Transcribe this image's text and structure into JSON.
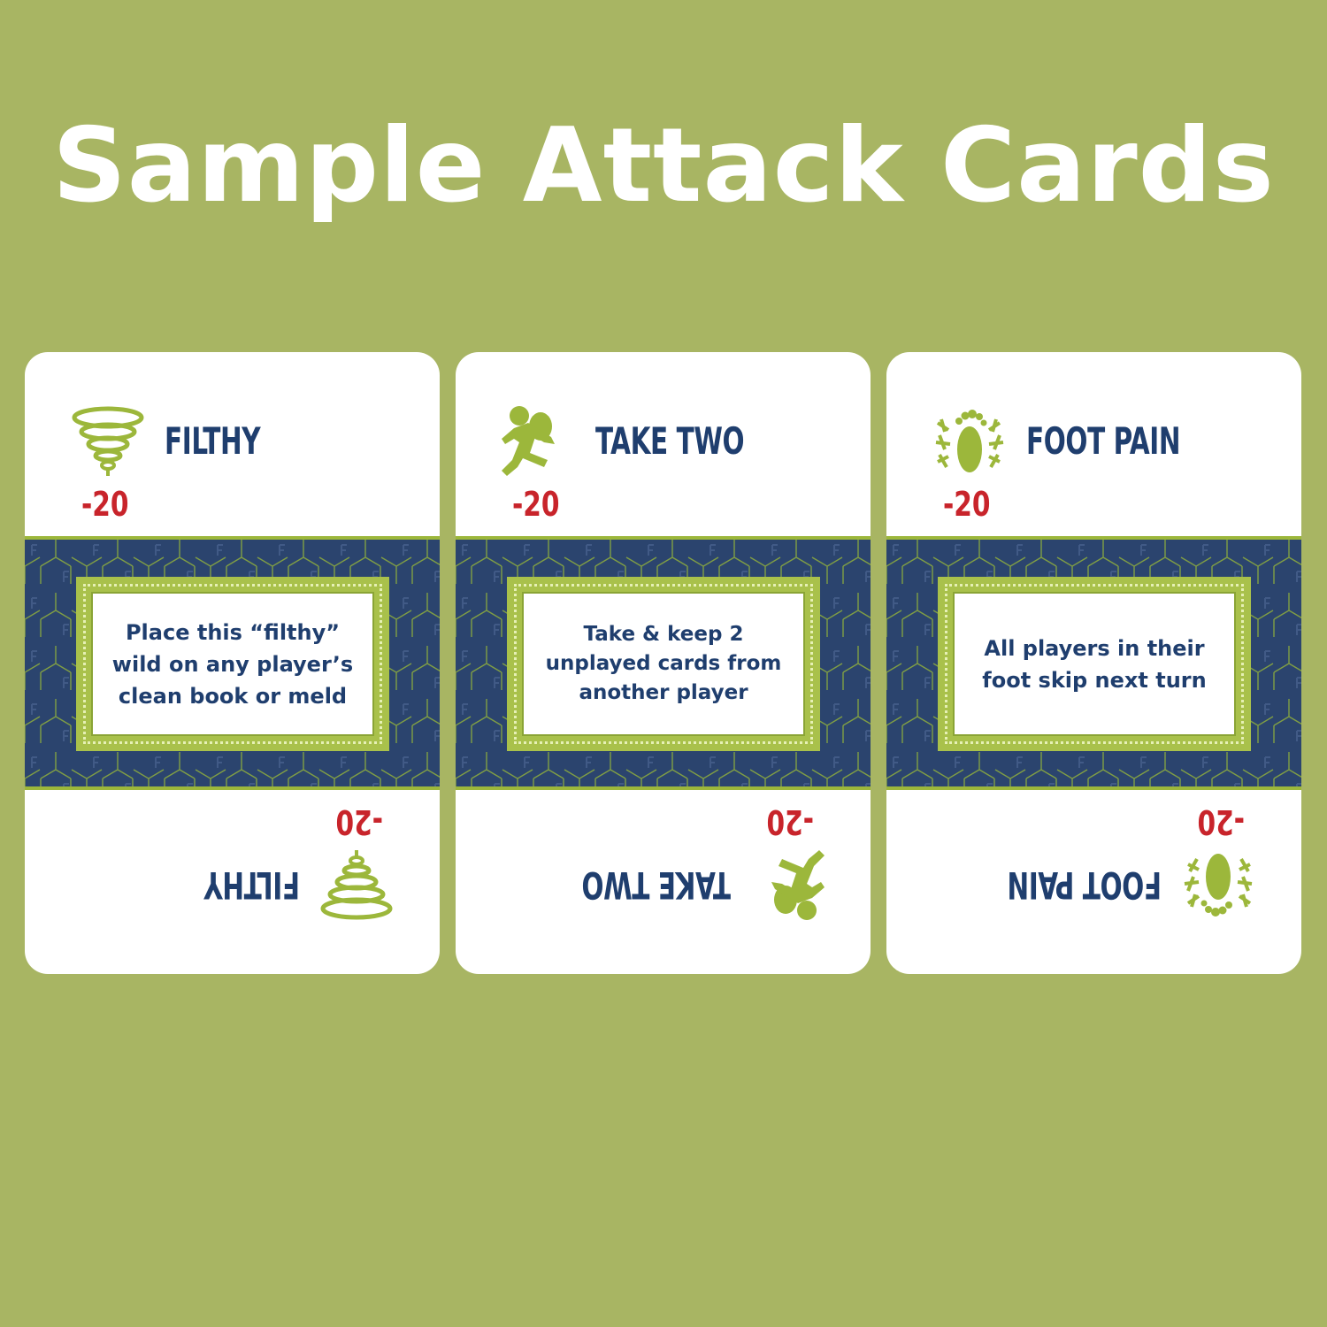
{
  "heading": "Sample Attack Cards",
  "colors": {
    "background": "#a8b563",
    "title_blue": "#1f3e6e",
    "points_red": "#c8242b",
    "icon_green": "#9cb73b",
    "band_navy": "#2b446e"
  },
  "cards": [
    {
      "title": "FILTHY",
      "points": "-20",
      "text": "Place this “filthy” wild on any player’s clean book or meld",
      "icon": "tornado-icon"
    },
    {
      "title": "TAKE TWO",
      "points": "-20",
      "text": "Take & keep 2 unplayed cards from another player",
      "icon": "thief-running-icon"
    },
    {
      "title": "FOOT PAIN",
      "points": "-20",
      "text": "All players in their foot skip next turn",
      "icon": "foot-pain-icon"
    }
  ]
}
